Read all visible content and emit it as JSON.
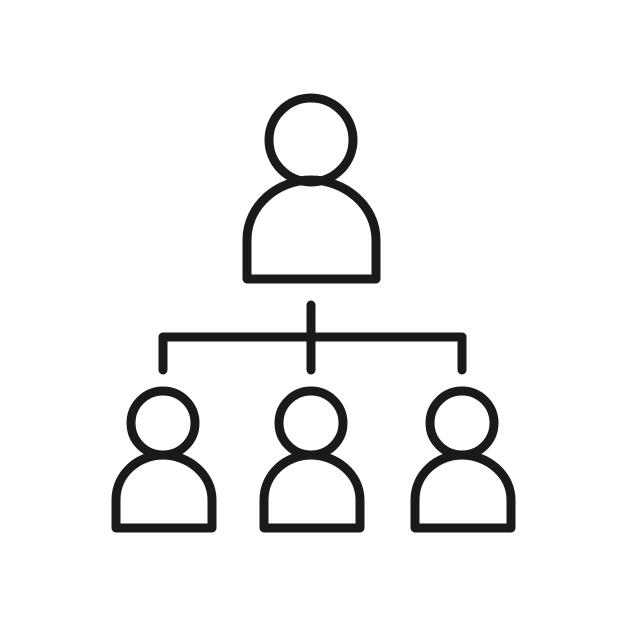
{
  "icon": {
    "name": "organization-hierarchy-icon",
    "stroke_color": "#1a1a1a",
    "background_color": "#ffffff",
    "levels": [
      {
        "level": "top",
        "people_count": 1
      },
      {
        "level": "bottom",
        "people_count": 3
      }
    ]
  }
}
